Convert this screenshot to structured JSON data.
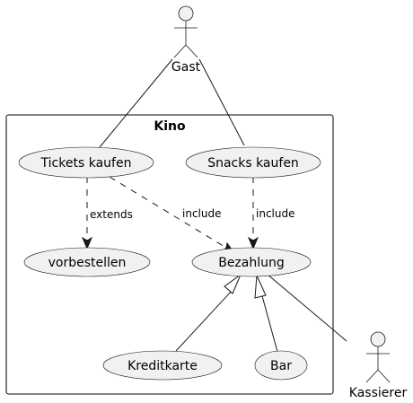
{
  "diagram": {
    "boundary": {
      "title": "Kino"
    },
    "actors": {
      "gast": "Gast",
      "kassierer": "Kassierer"
    },
    "use_cases": {
      "tickets": "Tickets kaufen",
      "snacks": "Snacks kaufen",
      "vorbestellen": "vorbestellen",
      "bezahlung": "Bezahlung",
      "kreditkarte": "Kreditkarte",
      "bar": "Bar"
    },
    "relations": {
      "extends": "extends",
      "include_tickets": "include",
      "include_snacks": "include"
    }
  }
}
